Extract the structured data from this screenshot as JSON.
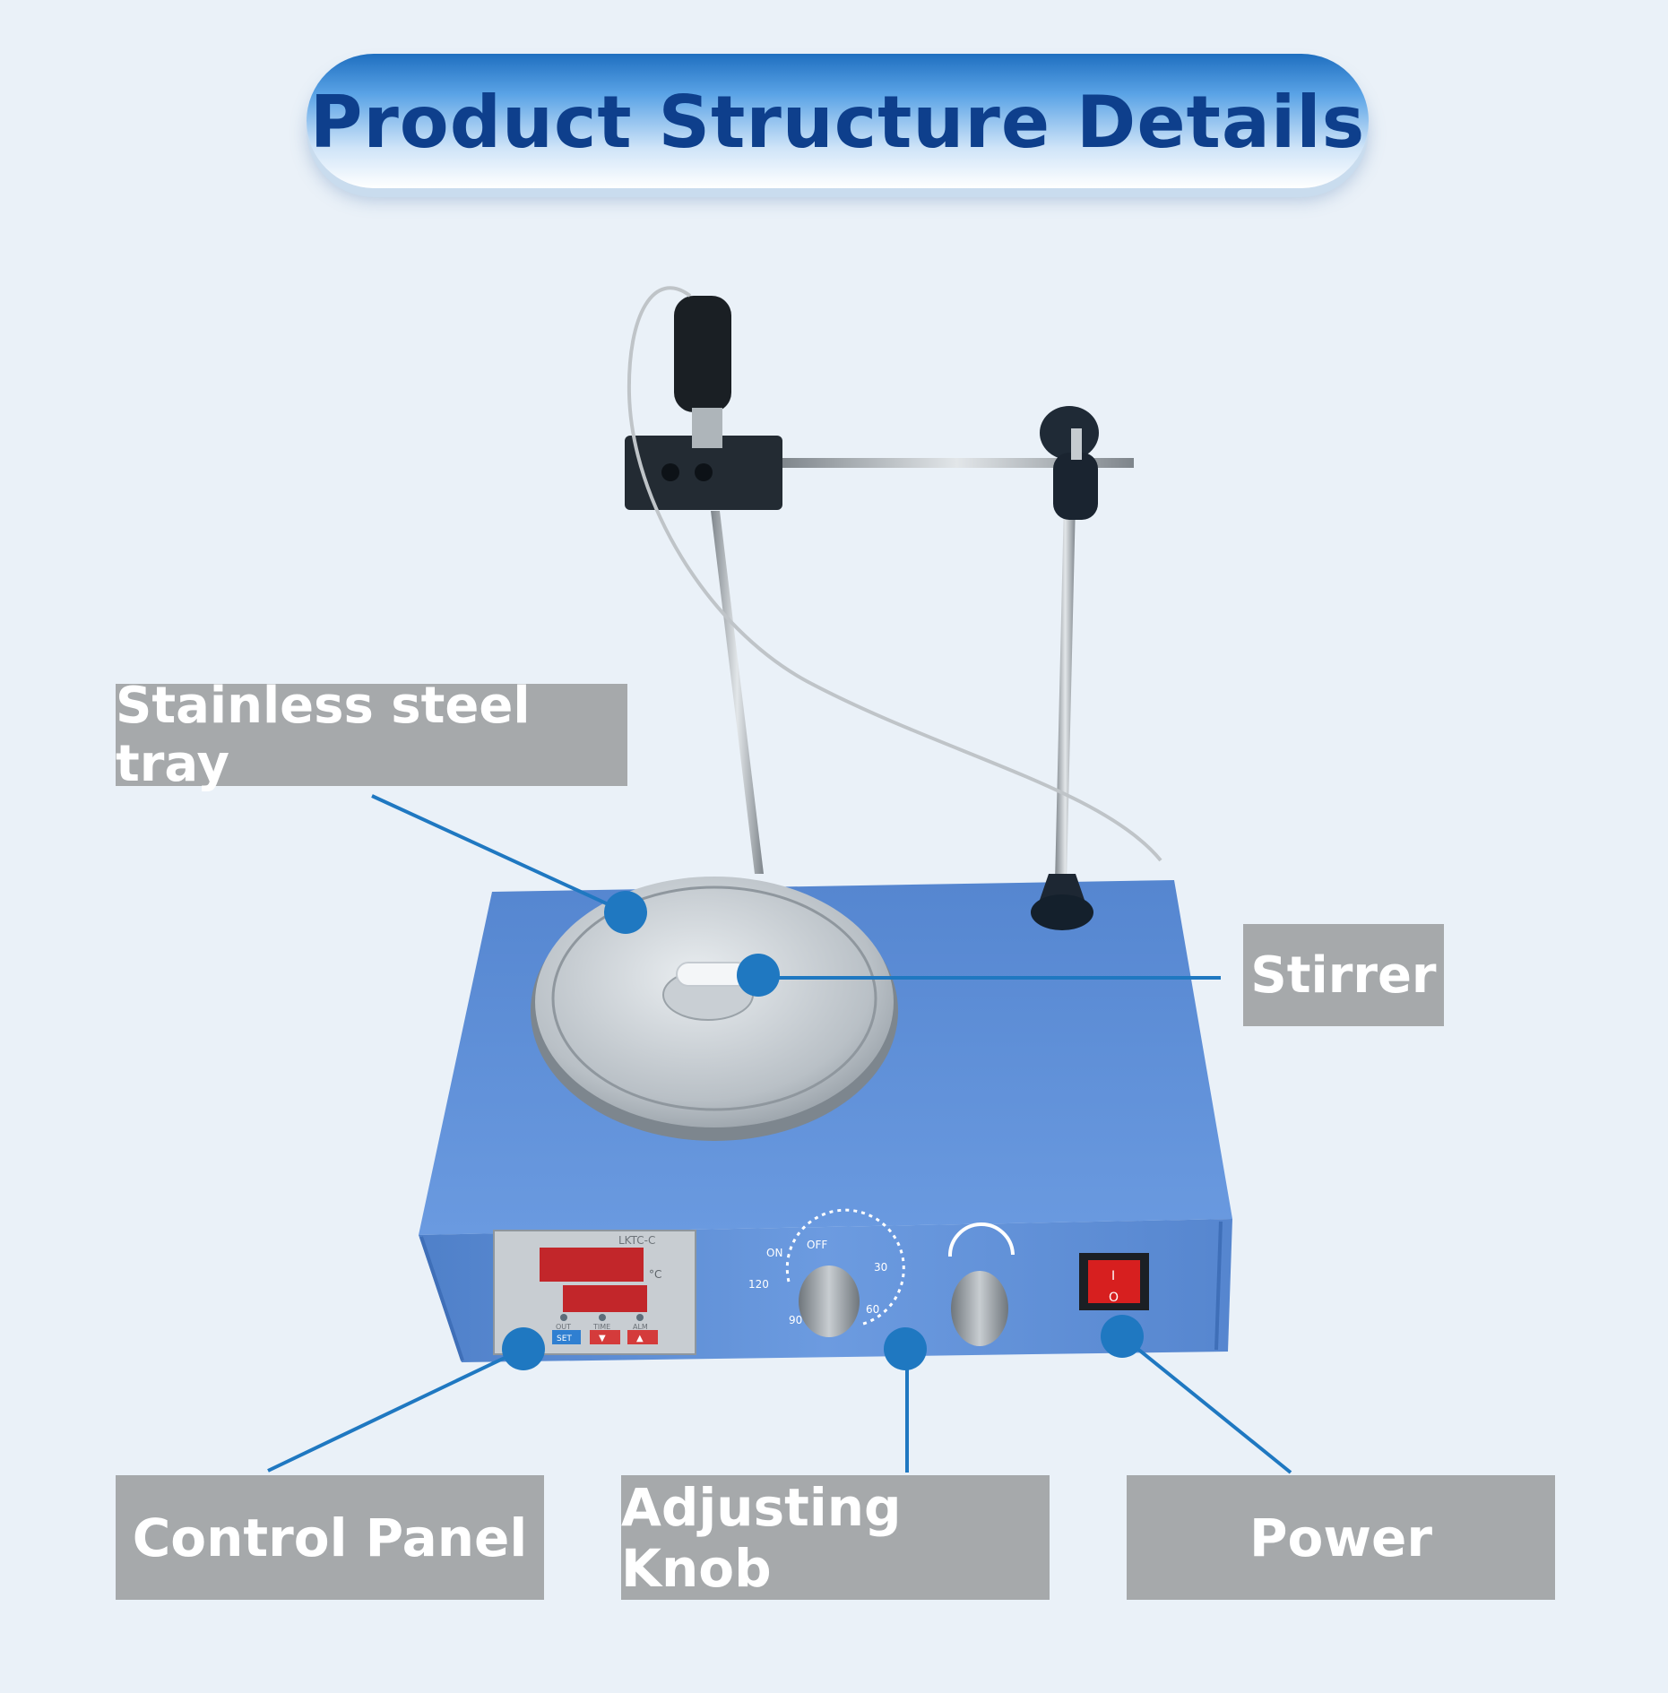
{
  "title": "Product Structure Details",
  "labels": {
    "tray": "Stainless steel tray",
    "stirrer": "Stirrer",
    "control_panel": "Control Panel",
    "adjusting_knob": "Adjusting Knob",
    "power": "Power"
  },
  "device": {
    "model": "LKTC-C",
    "unit": "°C",
    "indicators": [
      "OUT",
      "TIME",
      "ALM"
    ],
    "buttons": [
      "SET",
      "▼",
      "▲"
    ],
    "dial_marks": [
      "ON",
      "OFF",
      "30",
      "60",
      "90",
      "120"
    ],
    "switch_marks": [
      "I",
      "O"
    ]
  },
  "colors": {
    "accent": "#1f78c1",
    "label_bg": "#a6a9ab",
    "device_blue": "#5b8fd6",
    "title_text": "#0e3f8c"
  }
}
